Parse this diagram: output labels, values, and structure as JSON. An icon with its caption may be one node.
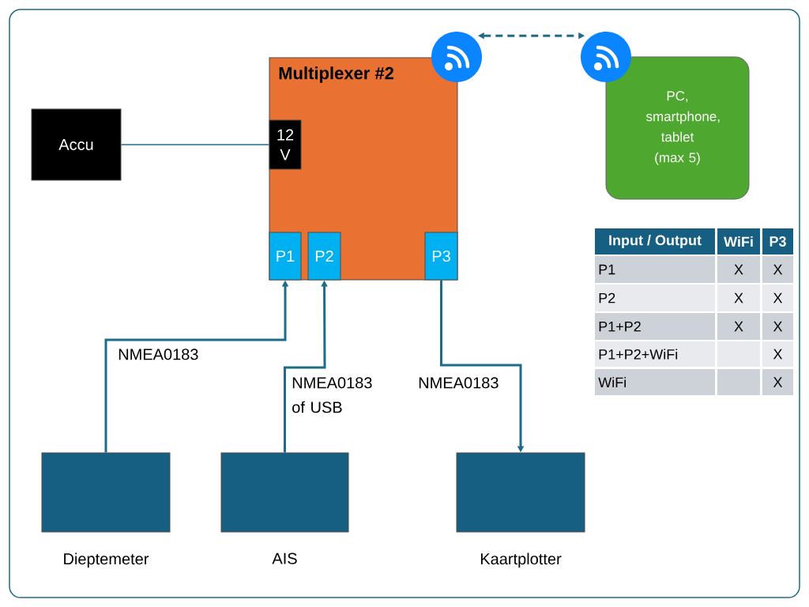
{
  "diagram": {
    "nodes": [
      {
        "text": [
          "Multiplexer #2"
        ]
      },
      {
        "text": [
          "12 V"
        ],
        "in": 0
      },
      {
        "text": [
          "P1"
        ],
        "in": 0
      },
      {
        "text": [
          "P2"
        ],
        "in": 0
      },
      {
        "text": [
          "P3"
        ],
        "in": 0
      },
      {
        "text": [],
        "shape": "circle"
      },
      {
        "text": [],
        "shape": "circle"
      },
      {
        "text": [
          "Accu"
        ]
      },
      {
        "text": [
          "PC, smartphone, tablet (max 5)"
        ]
      },
      {
        "text": [
          "Dieptemeter"
        ]
      },
      {
        "text": [
          "AIS"
        ]
      },
      {
        "text": [
          "Kaartplotter"
        ]
      }
    ],
    "edges": [
      {
        "from": 7,
        "to": 1,
        "arrow": "none"
      },
      {
        "from": 5,
        "to": 6,
        "arrow": "both",
        "style": "dashed"
      },
      {
        "from": 9,
        "to": 2,
        "arrow": "to",
        "label": "NMEA0183"
      },
      {
        "from": 10,
        "to": 3,
        "arrow": "to",
        "label": "NMEA0183 of USB"
      },
      {
        "from": 4,
        "to": 11,
        "arrow": "to",
        "label": "NMEA0183"
      }
    ],
    "labels": [
      "Input / Output",
      "WiFi",
      "P3",
      "P1",
      "X",
      "X",
      "P2",
      "X",
      "X",
      "P1+P2",
      "X",
      "X",
      "P1+P2+WiFi",
      "X",
      "WiFi",
      "X"
    ]
  }
}
